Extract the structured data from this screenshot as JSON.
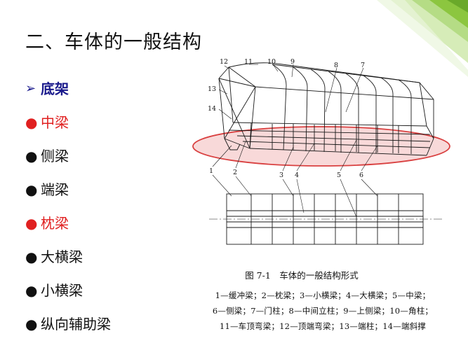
{
  "slide": {
    "title": "二、车体的一般结构"
  },
  "bullets": [
    {
      "marker": "➢",
      "text": "底架",
      "style": "navy"
    },
    {
      "marker": "●",
      "text": "中梁",
      "style": "red"
    },
    {
      "marker": "●",
      "text": "侧梁",
      "style": "black"
    },
    {
      "marker": "●",
      "text": "端梁",
      "style": "black"
    },
    {
      "marker": "●",
      "text": "枕梁",
      "style": "red"
    },
    {
      "marker": "●",
      "text": "大横梁",
      "style": "black"
    },
    {
      "marker": "●",
      "text": "小横梁",
      "style": "black"
    },
    {
      "marker": "●",
      "text": "纵向辅助梁",
      "style": "black"
    }
  ],
  "figure": {
    "top_labels": [
      "12",
      "11",
      "10",
      "9",
      "8",
      "7"
    ],
    "side_labels": [
      "13",
      "14"
    ],
    "bottom_labels": [
      "1",
      "2",
      "3",
      "4",
      "5",
      "6"
    ],
    "caption_title": "图 7-1　车体的一般结构形式",
    "caption_lines": [
      "1—缓冲梁；2—枕梁；3—小横梁；4—大横梁；5—中梁；",
      "6—侧梁；7—门柱；8—中间立柱；9—上侧梁；10—角柱；",
      "11—车顶弯梁；12—顶端弯梁；13—端柱；14—端斜撑"
    ]
  },
  "colors": {
    "highlight_fill": "#f4c4c4",
    "highlight_stroke": "#d94040",
    "accent_red": "#e02020",
    "accent_navy": "#1a1a8c",
    "corner_green": "#8cc63f"
  }
}
